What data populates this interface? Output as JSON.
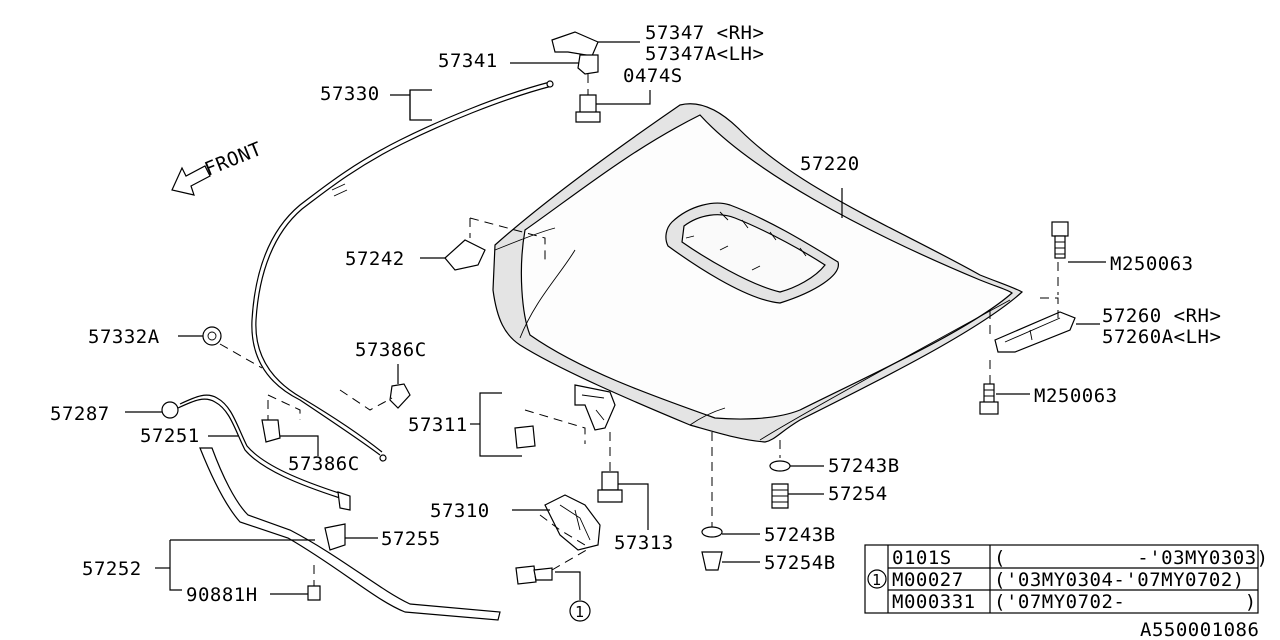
{
  "diagram_id": "A550001086",
  "front_label": "FRONT",
  "parts": {
    "p57347": "57347 <RH>",
    "p57347a": "57347A<LH>",
    "p57341": "57341",
    "p57330": "57330",
    "p0474s": "0474S",
    "p57220": "57220",
    "p57242": "57242",
    "pm250063_top": "M250063",
    "p57260": "57260 <RH>",
    "p57260a": "57260A<LH>",
    "pm250063_bot": "M250063",
    "p57332a": "57332A",
    "p57386c_top": "57386C",
    "p57287": "57287",
    "p57251": "57251",
    "p57386c_bot": "57386C",
    "p57311": "57311",
    "p57243b_top": "57243B",
    "p57254": "57254",
    "p57310": "57310",
    "p57313": "57313",
    "p57243b_bot": "57243B",
    "p57254b": "57254B",
    "p57255": "57255",
    "p57252": "57252",
    "p90881h": "90881H",
    "callout_num": "1"
  },
  "table": {
    "callout": "1",
    "rows": [
      {
        "part": "0101S",
        "range": "(           -'03MY0303)"
      },
      {
        "part": "M00027",
        "range": "('03MY0304-'07MY0702)"
      },
      {
        "part": "M000331",
        "range": "('07MY0702-          )"
      }
    ]
  }
}
